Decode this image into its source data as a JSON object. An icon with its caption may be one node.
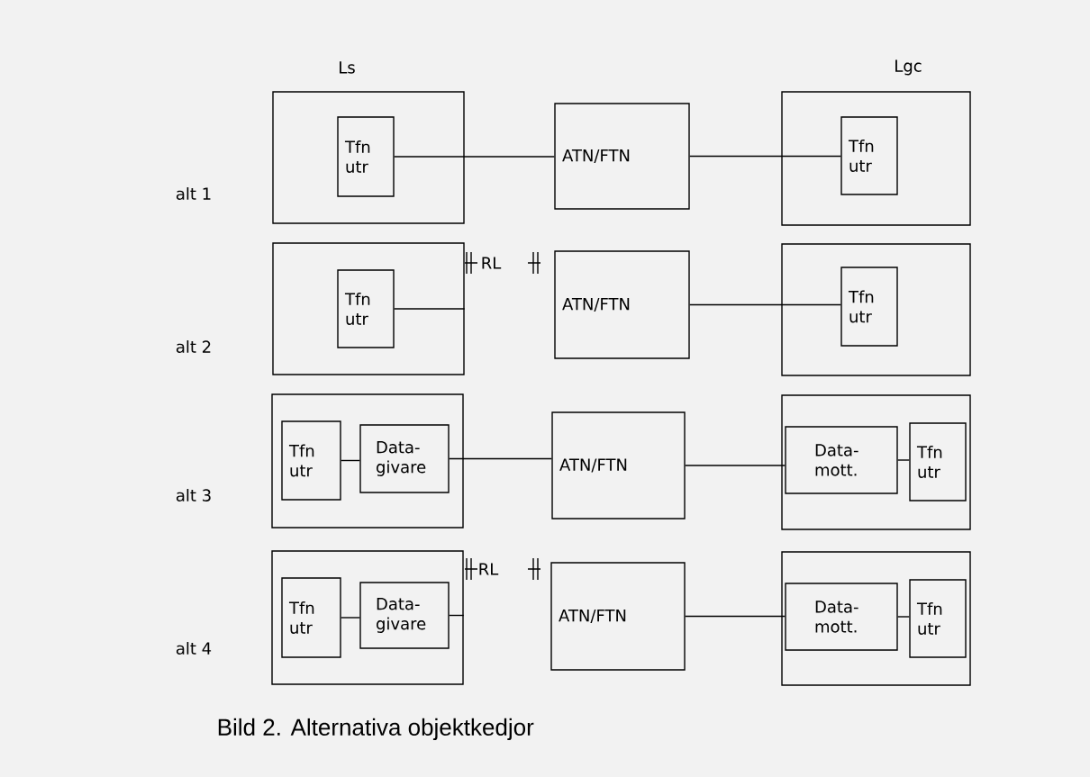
{
  "diagram": {
    "caption": "Bild 2. Alternativa objektkedjor",
    "nodes": [
      {
        "text": [],
        "shape": "box"
      },
      {
        "text": [
          "Tfn utr"
        ],
        "in": 0
      },
      {
        "text": [
          "ATN/FTN"
        ]
      },
      {
        "text": [],
        "shape": "box"
      },
      {
        "text": [
          "Tfn utr"
        ],
        "in": 3
      },
      {
        "text": [],
        "shape": "box"
      },
      {
        "text": [
          "Tfn utr"
        ],
        "in": 5
      },
      {
        "text": [
          "ATN/FTN"
        ]
      },
      {
        "text": [],
        "shape": "box"
      },
      {
        "text": [
          "Tfn utr"
        ],
        "in": 8
      },
      {
        "text": [],
        "shape": "box"
      },
      {
        "text": [
          "Tfn utr"
        ],
        "in": 10
      },
      {
        "text": [
          "Data- givare"
        ],
        "in": 10
      },
      {
        "text": [
          "ATN/FTN"
        ]
      },
      {
        "text": [],
        "shape": "box"
      },
      {
        "text": [
          "Data- mott."
        ],
        "in": 14
      },
      {
        "text": [
          "Tfn utr"
        ],
        "in": 14
      },
      {
        "text": [],
        "shape": "box"
      },
      {
        "text": [
          "Tfn utr"
        ],
        "in": 17
      },
      {
        "text": [
          "Data- givare"
        ],
        "in": 17
      },
      {
        "text": [
          "ATN/FTN"
        ]
      },
      {
        "text": [],
        "shape": "box"
      },
      {
        "text": [
          "Data- mott."
        ],
        "in": 21
      },
      {
        "text": [
          "Tfn utr"
        ],
        "in": 21
      }
    ],
    "edges": [
      {
        "from": 1,
        "to": 2,
        "arrow": "none"
      },
      {
        "from": 2,
        "to": 4,
        "arrow": "none"
      },
      {
        "from": 6,
        "to": 5,
        "arrow": "none"
      },
      {
        "from": 7,
        "to": 9,
        "arrow": "none"
      },
      {
        "from": 11,
        "to": 12,
        "arrow": "none"
      },
      {
        "from": 12,
        "to": 13,
        "arrow": "none"
      },
      {
        "from": 13,
        "to": 15,
        "arrow": "none"
      },
      {
        "from": 15,
        "to": 16,
        "arrow": "none"
      },
      {
        "from": 18,
        "to": 19,
        "arrow": "none"
      },
      {
        "from": 19,
        "to": 17,
        "arrow": "none"
      },
      {
        "from": 20,
        "to": 22,
        "arrow": "none"
      },
      {
        "from": 22,
        "to": 23,
        "arrow": "none"
      }
    ],
    "labels": [
      "Ls",
      "Lgc",
      "alt 1",
      "RL",
      "alt 2",
      "alt 3",
      "RL",
      "alt 4"
    ]
  }
}
